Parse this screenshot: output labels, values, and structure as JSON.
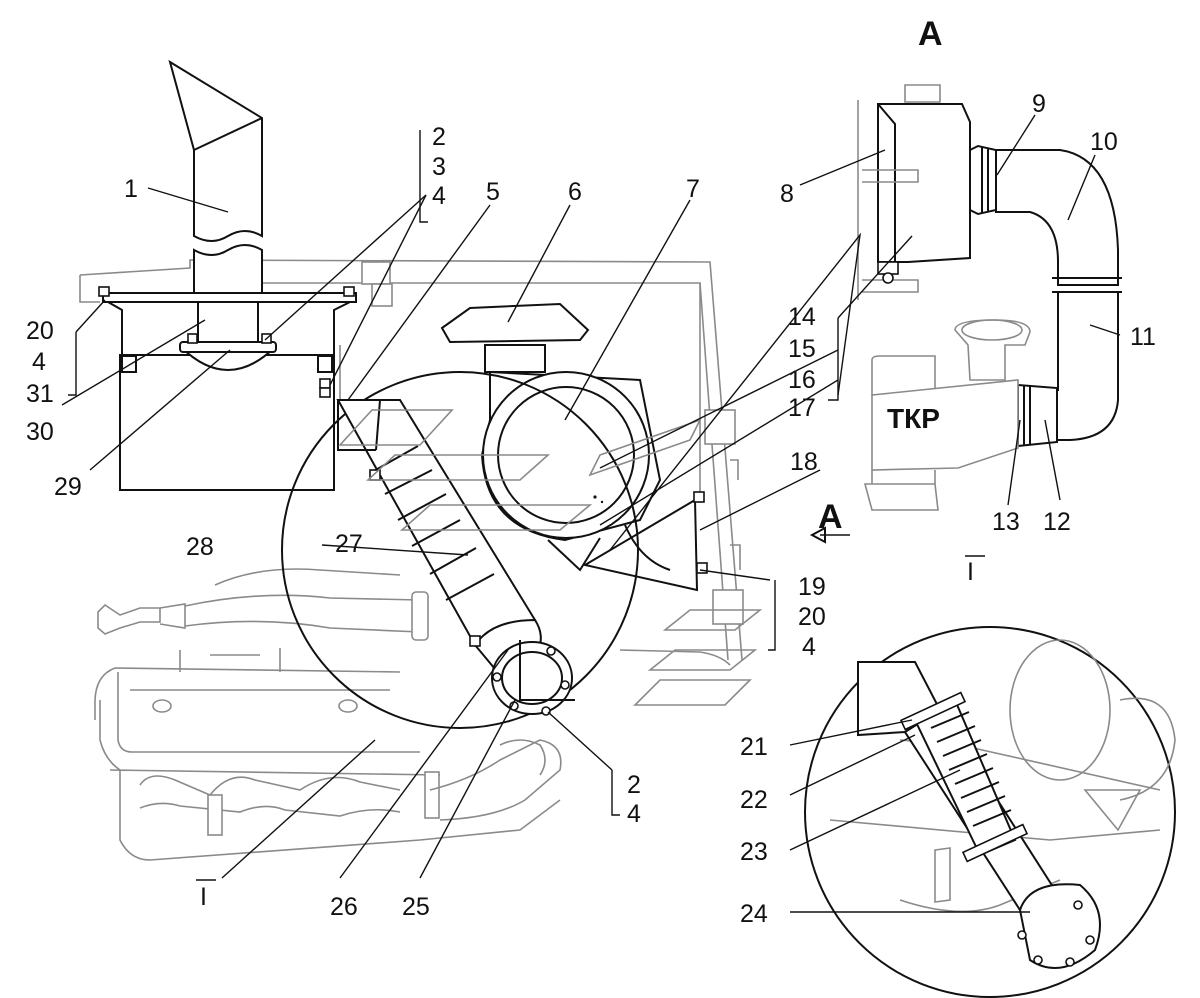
{
  "view_a": {
    "title": "A",
    "turbo_label": "ТКР",
    "arrow_label": "A"
  },
  "detail_i": {
    "marker": "I",
    "marker_main": "I"
  },
  "callouts": [
    {
      "id": "c1",
      "text": "1"
    },
    {
      "id": "c2a",
      "text": "2"
    },
    {
      "id": "c3a",
      "text": "3"
    },
    {
      "id": "c4a",
      "text": "4"
    },
    {
      "id": "c5",
      "text": "5"
    },
    {
      "id": "c6",
      "text": "6"
    },
    {
      "id": "c7",
      "text": "7"
    },
    {
      "id": "c8",
      "text": "8"
    },
    {
      "id": "c9",
      "text": "9"
    },
    {
      "id": "c10",
      "text": "10"
    },
    {
      "id": "c11",
      "text": "11"
    },
    {
      "id": "c12",
      "text": "12"
    },
    {
      "id": "c13",
      "text": "13"
    },
    {
      "id": "c14",
      "text": "14"
    },
    {
      "id": "c15",
      "text": "15"
    },
    {
      "id": "c16",
      "text": "16"
    },
    {
      "id": "c17",
      "text": "17"
    },
    {
      "id": "c18",
      "text": "18"
    },
    {
      "id": "c19",
      "text": "19"
    },
    {
      "id": "c20b",
      "text": "20"
    },
    {
      "id": "c4b",
      "text": "4"
    },
    {
      "id": "c20a",
      "text": "20"
    },
    {
      "id": "c4c",
      "text": "4"
    },
    {
      "id": "c31",
      "text": "31"
    },
    {
      "id": "c30",
      "text": "30"
    },
    {
      "id": "c29",
      "text": "29"
    },
    {
      "id": "c28",
      "text": "28"
    },
    {
      "id": "c27",
      "text": "27"
    },
    {
      "id": "c2b",
      "text": "2"
    },
    {
      "id": "c4d",
      "text": "4"
    },
    {
      "id": "c26",
      "text": "26"
    },
    {
      "id": "c25",
      "text": "25"
    },
    {
      "id": "c21",
      "text": "21"
    },
    {
      "id": "c22",
      "text": "22"
    },
    {
      "id": "c23",
      "text": "23"
    },
    {
      "id": "c24",
      "text": "24"
    }
  ]
}
